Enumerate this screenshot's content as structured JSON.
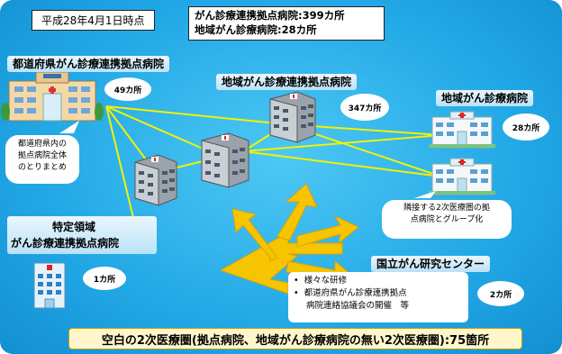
{
  "date_label": "平成28年4月1日時点",
  "totals": {
    "line1": "がん診療連携拠点病院:399カ所",
    "line2": "地域がん診療病院:28カ所"
  },
  "prefectural": {
    "title": "都道府県がん診療連携拠点病院",
    "count": "49カ所",
    "callout": [
      "都道府県内の",
      "拠点病院全体",
      "のとりまとめ"
    ]
  },
  "regional_base": {
    "title": "地域がん診療連携拠点病院",
    "count": "347カ所"
  },
  "regional_hospital": {
    "title": "地域がん診療病院",
    "count": "28カ所",
    "callout": [
      "隣接する2次医療圏の拠",
      "点病院とグループ化"
    ]
  },
  "specific_field": {
    "title_line1": "特定領域",
    "title_line2": "がん診療連携拠点病院",
    "count": "1カ所"
  },
  "ncc": {
    "title": "国立がん研究センター",
    "count": "2カ所",
    "bullets": [
      "様々な研修",
      "都道府県がん診療連携拠点",
      "病院連絡協議会の開催　等"
    ]
  },
  "footer": "空白の2次医療圏(拠点病院、地域がん診療病院の無い2次医療圏):75箇所",
  "colors": {
    "background": "#22a8e6",
    "connector": "#f2f200",
    "arrow": "#f7c400",
    "footer_bg": "#fff6cc"
  }
}
